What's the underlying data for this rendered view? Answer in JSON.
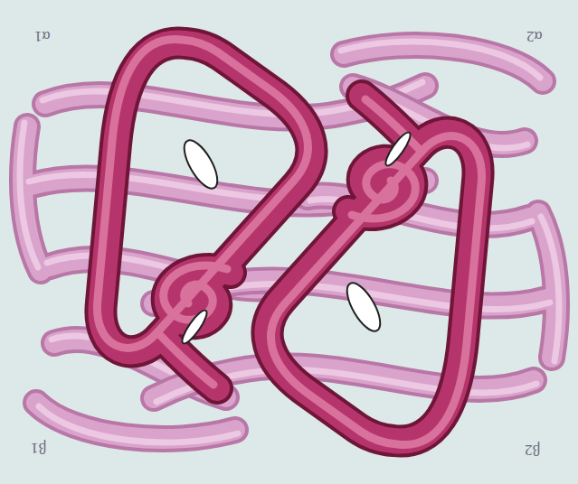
{
  "diagram": {
    "labels": [
      "α1",
      "α2",
      "β1",
      "β2"
    ]
  }
}
